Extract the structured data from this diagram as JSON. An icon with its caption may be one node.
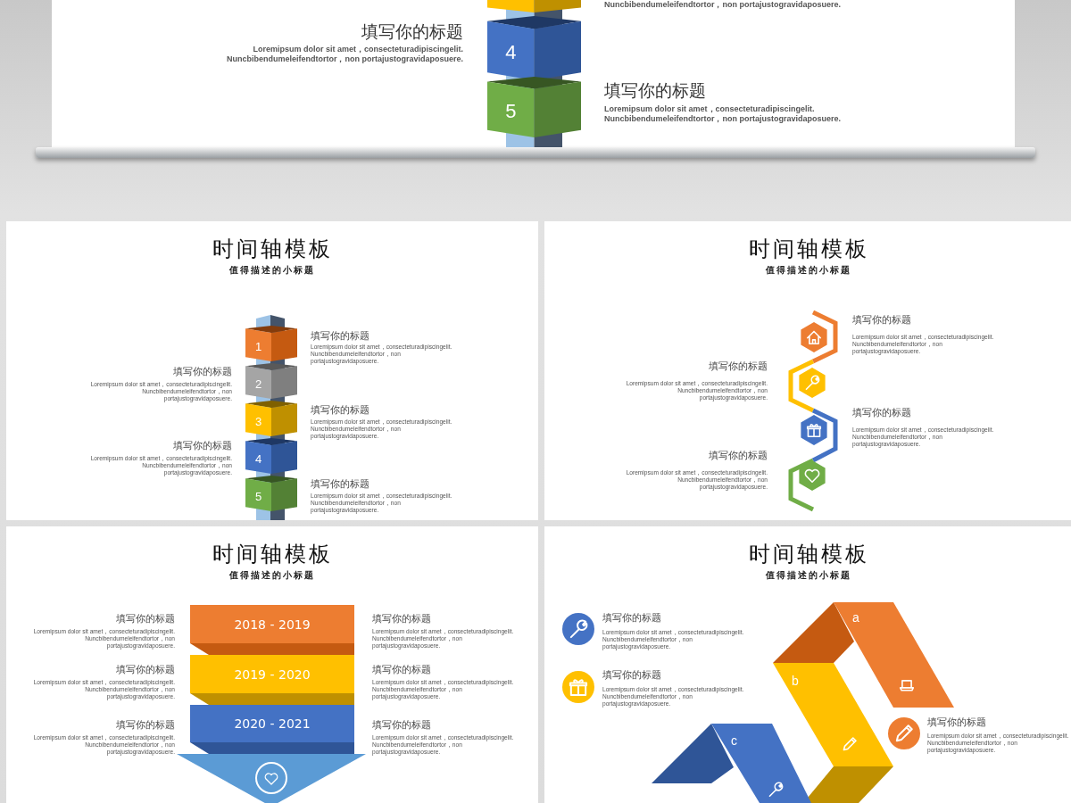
{
  "diagram": {
    "nodes": [
      {
        "text": [],
        "shape": "box"
      },
      {
        "text": [
          "4"
        ]
      },
      {
        "text": [
          "5"
        ]
      },
      {
        "text": [
          "1"
        ]
      },
      {
        "text": [
          "2"
        ]
      },
      {
        "text": [
          "3"
        ]
      },
      {
        "text": [
          "4"
        ]
      },
      {
        "text": [
          "5"
        ]
      },
      {
        "text": [],
        "shape": "hexagon"
      },
      {
        "text": [],
        "shape": "hexagon"
      },
      {
        "text": [],
        "shape": "hexagon"
      },
      {
        "text": [],
        "shape": "hexagon"
      },
      {
        "text": [
          "2018 - 2019"
        ]
      },
      {
        "text": [
          "2019 - 2020"
        ]
      },
      {
        "text": [
          "2020 - 2021"
        ]
      },
      {
        "text": [],
        "shape": "triangle"
      },
      {
        "text": [],
        "shape": "circle"
      },
      {
        "text": [],
        "shape": "circle"
      },
      {
        "text": [],
        "shape": "circle"
      },
      {
        "text": [
          "a"
        ]
      },
      {
        "text": [
          "b"
        ]
      },
      {
        "text": [
          "c"
        ]
      }
    ],
    "labels": [
      "Nuncbibendumeleifendtortor，non portajustogravidaposuere.",
      "填写你的标题",
      "Loremipsum dolor sit amet，consecteturadipiscingelit. Nuncbibendumeleifendtortor，non portajustogravidaposuere.",
      "填写你的标题",
      "Loremipsum dolor sit amet，consecteturadipiscingelit. Nuncbibendumeleifendtortor，non portajustogravidaposuere.",
      "时间轴模板",
      "值得描述的小标题",
      "填写你的标题",
      "Loremipsum dolor sit amet，consecteturadipiscingelit. Nuncbibendumeleifendtortor，non portajustogravidaposuere.",
      "填写你的标题",
      "Loremipsum dolor sit amet，consecteturadipiscingelit. Nuncbibendumeleifendtortor，non portajustogravidaposuere.",
      "填写你的标题",
      "Loremipsum dolor sit amet，consecteturadipiscingelit. Nuncbibendumeleifendtortor，non portajustogravidaposuere.",
      "填写你的标题",
      "Loremipsum dolor sit amet，consecteturadipiscingelit. Nuncbibendumeleifendtortor，non portajustogravidaposuere.",
      "填写你的标题",
      "Loremipsum dolor sit amet，consecteturadipiscingelit. Nuncbibendumeleifendtortor，non portajustogravidaposuere.",
      "时间轴模板",
      "值得描述的小标题",
      "填写你的标题",
      "Loremipsum dolor sit amet，consecteturadipiscingelit. Nuncbibendumeleifendtortor，non portajustogravidaposuere.",
      "填写你的标题",
      "Loremipsum dolor sit amet，consecteturadipiscingelit. Nuncbibendumeleifendtortor，non portajustogravidaposuere.",
      "填写你的标题",
      "Loremipsum dolor sit amet，consecteturadipiscingelit. Nuncbibendumeleifendtortor，non portajustogravidaposuere.",
      "填写你的标题",
      "Loremipsum dolor sit amet，consecteturadipiscingelit. Nuncbibendumeleifendtortor，non portajustogravidaposuere.",
      "时间轴模板",
      "值得描述的小标题",
      "填写你的标题",
      "Loremipsum dolor sit amet，consecteturadipiscingelit. Nuncbibendumeleifendtortor，non portajustogravidaposuere.",
      "填写你的标题",
      "Loremipsum dolor sit amet，consecteturadipiscingelit. Nuncbibendumeleifendtortor，non portajustogravidaposuere.",
      "填写你的标题",
      "Loremipsum dolor sit amet，consecteturadipiscingelit. Nuncbibendumeleifendtortor，non portajustogravidaposuere.",
      "填写你的标题",
      "Loremipsum dolor sit amet，consecteturadipiscingelit. Nuncbibendumeleifendtortor，non portajustogravidaposuere.",
      "填写你的标题",
      "Loremipsum dolor sit amet，consecteturadipiscingelit. Nuncbibendumeleifendtortor，non portajustogravidaposuere.",
      "填写你的标题",
      "Loremipsum dolor sit amet，consecteturadipiscingelit. Nuncbibendumeleifendtortor，non portajustogravidaposuere.",
      "时间轴模板",
      "值得描述的小标题",
      "填写你的标题",
      "Loremipsum dolor sit amet，consecteturadipiscingelit. Nuncbibendumeleifendtortor，non portajustogravidaposuere.",
      "填写你的标题",
      "Loremipsum dolor sit amet，consecteturadipiscingelit. Nuncbibendumeleifendtortor，non portajustogravidaposuere.",
      "填写你的标题",
      "Loremipsum dolor sit amet，consecteturadipiscingelit. Nuncbibendumeleifendtortor，non portajustogravidaposuere."
    ]
  }
}
